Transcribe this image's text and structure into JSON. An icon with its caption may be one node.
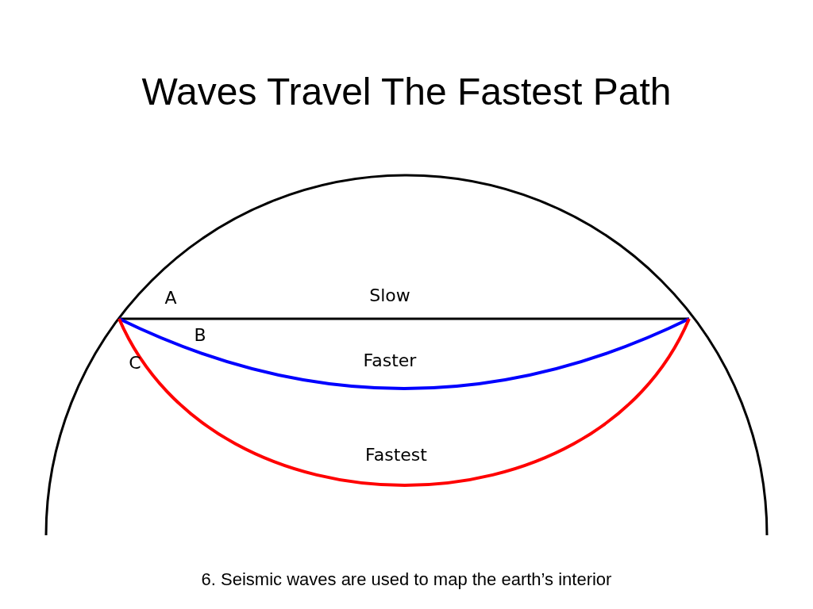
{
  "diagram": {
    "title": "Waves Travel The Fastest Path",
    "caption": "6. Seismic waves are used to map the earth’s interior",
    "labels": [
      "A",
      "Slow",
      "B",
      "Faster",
      "C",
      "Fastest"
    ]
  }
}
